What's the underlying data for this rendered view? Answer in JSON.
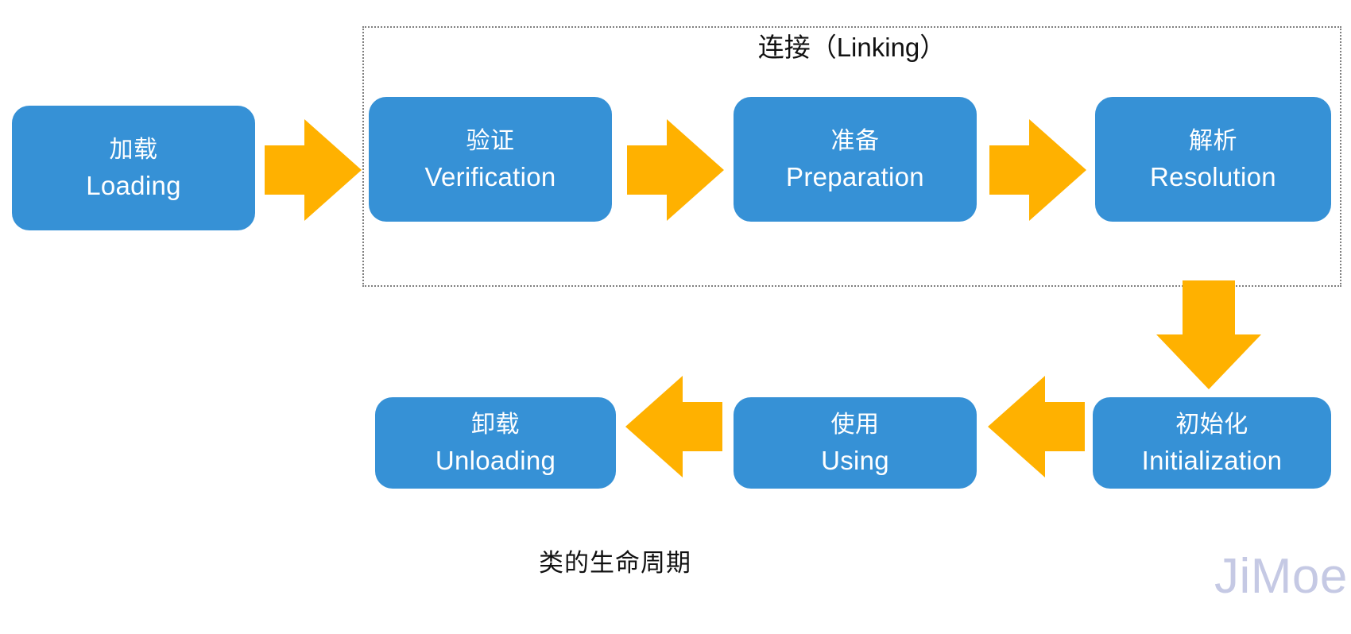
{
  "diagram": {
    "caption": "类的生命周期",
    "watermark": "JiMoer",
    "colors": {
      "stage_fill": "#3691D6",
      "stage_text": "#FFFFFF",
      "arrow_fill": "#FFB100",
      "group_border": "#7F7F7F",
      "caption_text": "#111111",
      "watermark_text": "#C5C9E4",
      "background": "#FFFFFF"
    },
    "group": {
      "label": "连接（Linking）",
      "border_style": "dotted",
      "contains": [
        "验证 Verification",
        "准备 Preparation",
        "解析 Resolution"
      ]
    },
    "stages": [
      {
        "id": "loading",
        "cn": "加载",
        "en": "Loading",
        "row": "top",
        "order": 1
      },
      {
        "id": "verification",
        "cn": "验证",
        "en": "Verification",
        "row": "top",
        "order": 2
      },
      {
        "id": "preparation",
        "cn": "准备",
        "en": "Preparation",
        "row": "top",
        "order": 3
      },
      {
        "id": "resolution",
        "cn": "解析",
        "en": "Resolution",
        "row": "top",
        "order": 4
      },
      {
        "id": "initialization",
        "cn": "初始化",
        "en": "Initialization",
        "row": "bottom",
        "order": 5
      },
      {
        "id": "using",
        "cn": "使用",
        "en": "Using",
        "row": "bottom",
        "order": 6
      },
      {
        "id": "unloading",
        "cn": "卸载",
        "en": "Unloading",
        "row": "bottom",
        "order": 7
      }
    ],
    "arrows": [
      {
        "id": "arrow-1",
        "from": "loading",
        "to": "verification",
        "direction": "right"
      },
      {
        "id": "arrow-2",
        "from": "verification",
        "to": "preparation",
        "direction": "right"
      },
      {
        "id": "arrow-3",
        "from": "preparation",
        "to": "resolution",
        "direction": "right"
      },
      {
        "id": "arrow-down",
        "from": "resolution",
        "to": "initialization",
        "direction": "down"
      },
      {
        "id": "arrow-left-1",
        "from": "initialization",
        "to": "using",
        "direction": "left"
      },
      {
        "id": "arrow-left-2",
        "from": "using",
        "to": "unloading",
        "direction": "left"
      }
    ]
  }
}
